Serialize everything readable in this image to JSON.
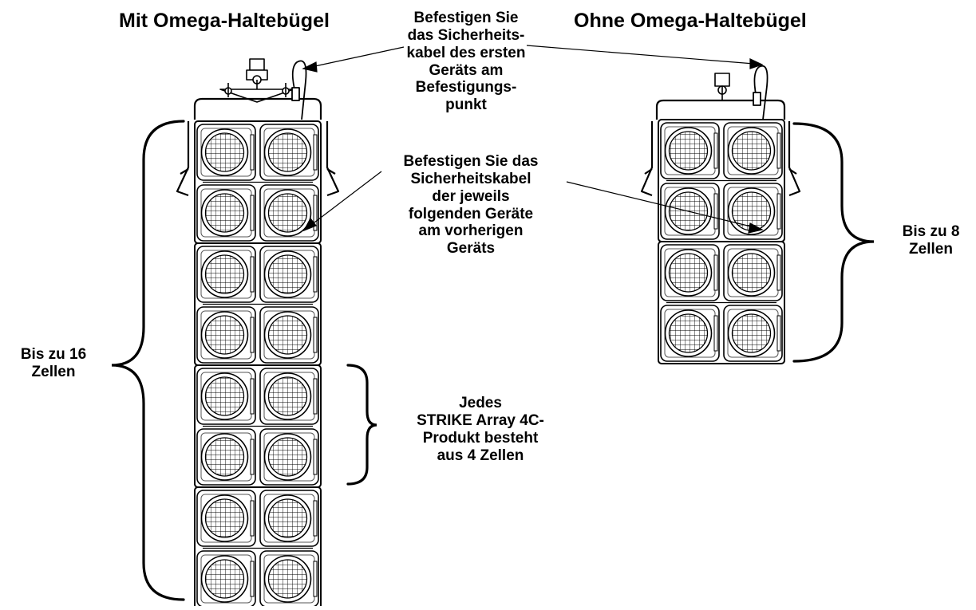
{
  "headings": {
    "left": "Mit Omega-Haltebügel",
    "right": "Ohne Omega-Haltebügel"
  },
  "notes": {
    "first_cable": [
      "Befestigen Sie",
      "das Sicherheits-",
      "kabel des ersten",
      "Geräts am",
      "Befestigungs-",
      "punkt"
    ],
    "next_cables": [
      "Befestigen Sie das",
      "Sicherheitskabel",
      "der jeweils",
      "folgenden Geräte",
      "am vorherigen",
      "Geräts"
    ],
    "product_cells": [
      "Jedes",
      "STRIKE Array 4C-",
      "Produkt besteht",
      "aus 4 Zellen"
    ]
  },
  "brace_labels": {
    "left": [
      "Bis zu 16",
      "Zellen"
    ],
    "right": [
      "Bis zu 8",
      "Zellen"
    ]
  },
  "stacks": {
    "with_omega_products": 4,
    "without_omega_products": 2,
    "cells_per_product": 4
  },
  "colors": {
    "ink": "#000000",
    "paper": "#ffffff",
    "hatch": "#555555"
  }
}
